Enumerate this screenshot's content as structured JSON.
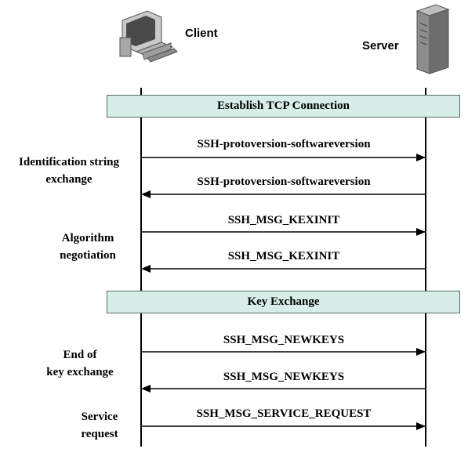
{
  "participants": {
    "client": "Client",
    "server": "Server"
  },
  "banners": {
    "tcp": "Establish TCP Connection",
    "kex": "Key Exchange"
  },
  "phases": {
    "identification": [
      "Identification string",
      "exchange"
    ],
    "algorithm": [
      "Algorithm",
      "negotiation"
    ],
    "end_kex": [
      "End of",
      "key exchange"
    ],
    "service": [
      "Service",
      "request"
    ]
  },
  "messages": [
    {
      "label": "SSH-protoversion-softwareversion",
      "direction": "client-to-server"
    },
    {
      "label": "SSH-protoversion-softwareversion",
      "direction": "server-to-client"
    },
    {
      "label": "SSH_MSG_KEXINIT",
      "direction": "client-to-server"
    },
    {
      "label": "SSH_MSG_KEXINIT",
      "direction": "server-to-client"
    },
    {
      "label": "SSH_MSG_NEWKEYS",
      "direction": "client-to-server"
    },
    {
      "label": "SSH_MSG_NEWKEYS",
      "direction": "server-to-client"
    },
    {
      "label": "SSH_MSG_SERVICE_REQUEST",
      "direction": "client-to-server"
    }
  ],
  "icons": {
    "client": "desktop-computer-icon",
    "server": "server-tower-icon"
  },
  "colors": {
    "banner_fill": "#d6eee7",
    "line": "#000000"
  }
}
